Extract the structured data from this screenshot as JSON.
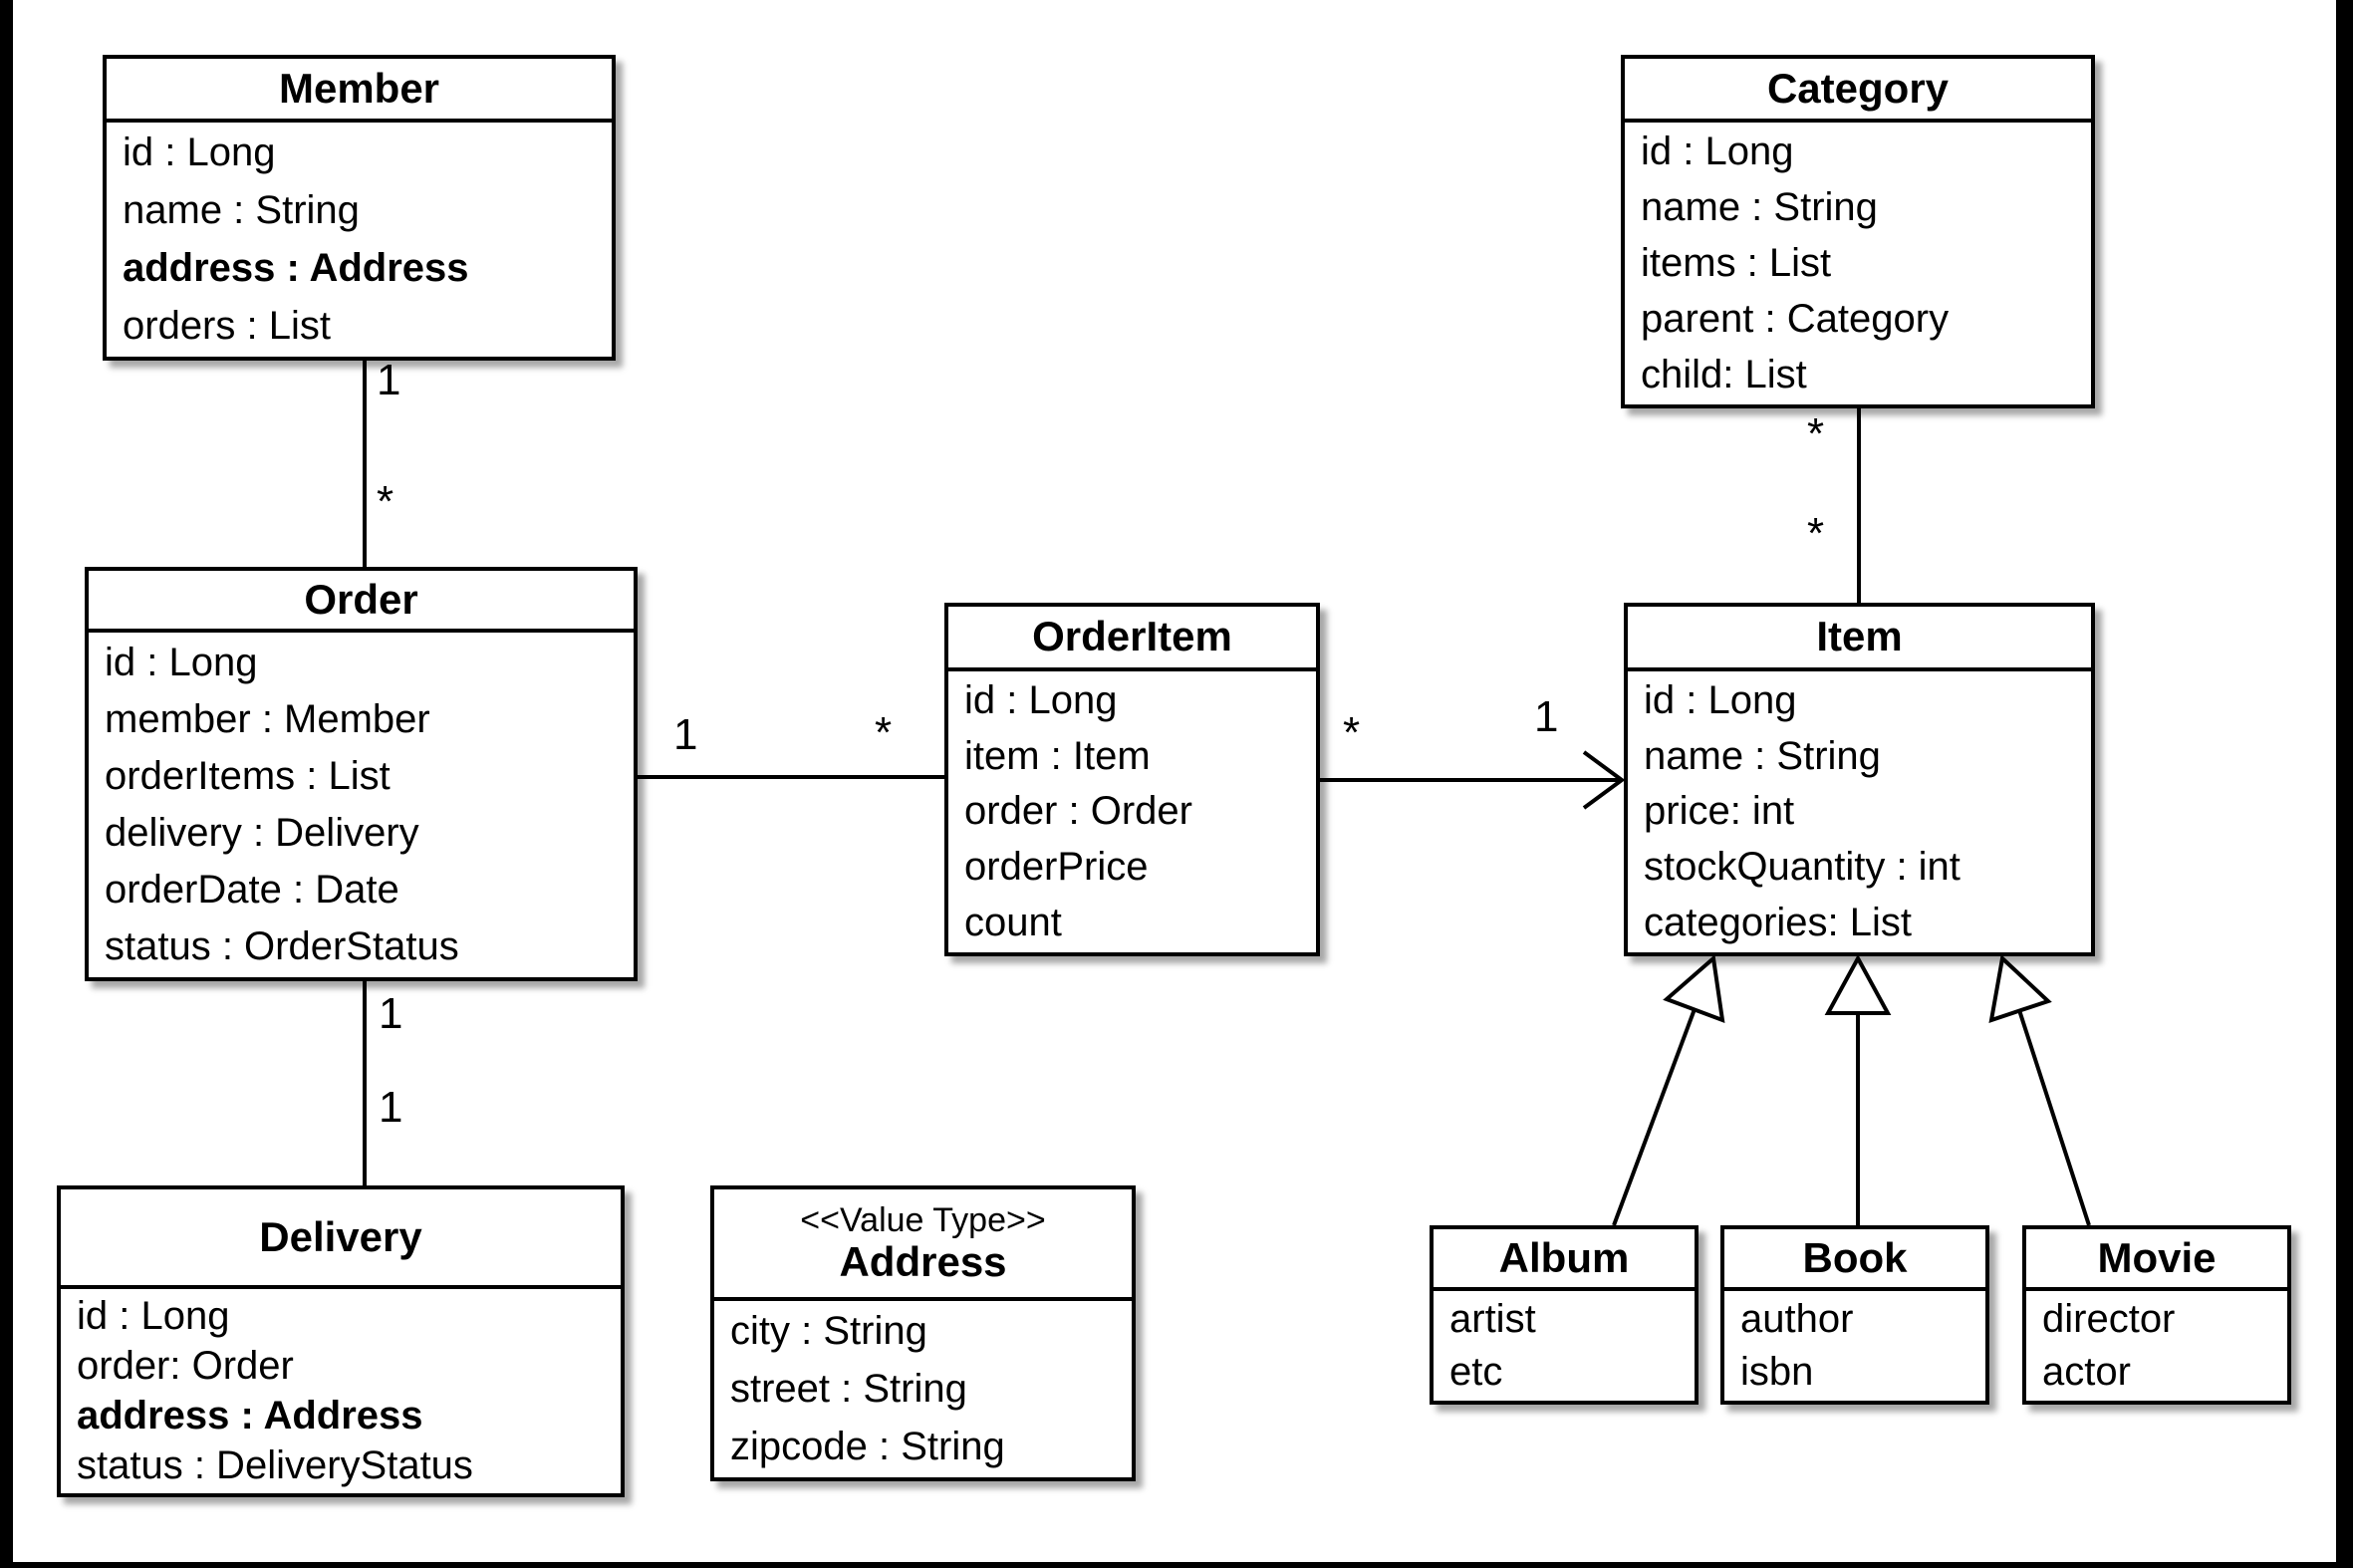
{
  "diagram": {
    "type": "uml-class-diagram",
    "colors": {
      "background": "#ffffff",
      "box_fill": "#ffffff",
      "line": "#000000",
      "frame_bars": "#000000"
    },
    "classes": [
      {
        "id": "member",
        "title": "Member",
        "stereotype": "",
        "attributes": [
          {
            "text": "id : Long",
            "bold": false
          },
          {
            "text": "name : String",
            "bold": false
          },
          {
            "text": "address : Address",
            "bold": true
          },
          {
            "text": "orders : List",
            "bold": false
          }
        ]
      },
      {
        "id": "category",
        "title": "Category",
        "stereotype": "",
        "attributes": [
          {
            "text": "id : Long",
            "bold": false
          },
          {
            "text": "name : String",
            "bold": false
          },
          {
            "text": "items : List",
            "bold": false
          },
          {
            "text": "parent : Category",
            "bold": false
          },
          {
            "text": "child: List",
            "bold": false
          }
        ]
      },
      {
        "id": "order",
        "title": "Order",
        "stereotype": "",
        "attributes": [
          {
            "text": "id : Long",
            "bold": false
          },
          {
            "text": "member : Member",
            "bold": false
          },
          {
            "text": "orderItems : List",
            "bold": false
          },
          {
            "text": "delivery : Delivery",
            "bold": false
          },
          {
            "text": "orderDate : Date",
            "bold": false
          },
          {
            "text": "status : OrderStatus",
            "bold": false
          }
        ]
      },
      {
        "id": "orderitem",
        "title": "OrderItem",
        "stereotype": "",
        "attributes": [
          {
            "text": "id : Long",
            "bold": false
          },
          {
            "text": "item : Item",
            "bold": false
          },
          {
            "text": "order : Order",
            "bold": false
          },
          {
            "text": "orderPrice",
            "bold": false
          },
          {
            "text": "count",
            "bold": false
          }
        ]
      },
      {
        "id": "item",
        "title": "Item",
        "stereotype": "",
        "attributes": [
          {
            "text": "id : Long",
            "bold": false
          },
          {
            "text": "name : String",
            "bold": false
          },
          {
            "text": "price: int",
            "bold": false
          },
          {
            "text": "stockQuantity : int",
            "bold": false
          },
          {
            "text": "categories: List",
            "bold": false
          }
        ]
      },
      {
        "id": "delivery",
        "title": "Delivery",
        "stereotype": "",
        "attributes": [
          {
            "text": "id : Long",
            "bold": false
          },
          {
            "text": "order: Order",
            "bold": false
          },
          {
            "text": "address : Address",
            "bold": true
          },
          {
            "text": "status : DeliveryStatus",
            "bold": false
          }
        ]
      },
      {
        "id": "address",
        "title": "Address",
        "stereotype": "<<Value Type>>",
        "attributes": [
          {
            "text": "city : String",
            "bold": false
          },
          {
            "text": "street : String",
            "bold": false
          },
          {
            "text": "zipcode : String",
            "bold": false
          }
        ]
      },
      {
        "id": "album",
        "title": "Album",
        "stereotype": "",
        "attributes": [
          {
            "text": "artist",
            "bold": false
          },
          {
            "text": "etc",
            "bold": false
          }
        ]
      },
      {
        "id": "book",
        "title": "Book",
        "stereotype": "",
        "attributes": [
          {
            "text": "author",
            "bold": false
          },
          {
            "text": "isbn",
            "bold": false
          }
        ]
      },
      {
        "id": "movie",
        "title": "Movie",
        "stereotype": "",
        "attributes": [
          {
            "text": "director",
            "bold": false
          },
          {
            "text": "actor",
            "bold": false
          }
        ]
      }
    ],
    "relationships": [
      {
        "id": "member-order",
        "type": "association",
        "from": "Member",
        "to": "Order",
        "from_label": "1",
        "to_label": "*"
      },
      {
        "id": "order-orderitem",
        "type": "association",
        "from": "Order",
        "to": "OrderItem",
        "from_label": "1",
        "to_label": "*"
      },
      {
        "id": "orderitem-item",
        "type": "directed-association",
        "from": "OrderItem",
        "to": "Item",
        "from_label": "*",
        "to_label": "1"
      },
      {
        "id": "order-delivery",
        "type": "association",
        "from": "Order",
        "to": "Delivery",
        "from_label": "1",
        "to_label": "1"
      },
      {
        "id": "category-item",
        "type": "association",
        "from": "Category",
        "to": "Item",
        "from_label": "*",
        "to_label": "*"
      },
      {
        "id": "album-item",
        "type": "inheritance",
        "from": "Album",
        "to": "Item",
        "from_label": "",
        "to_label": ""
      },
      {
        "id": "book-item",
        "type": "inheritance",
        "from": "Book",
        "to": "Item",
        "from_label": "",
        "to_label": ""
      },
      {
        "id": "movie-item",
        "type": "inheritance",
        "from": "Movie",
        "to": "Item",
        "from_label": "",
        "to_label": ""
      }
    ]
  }
}
